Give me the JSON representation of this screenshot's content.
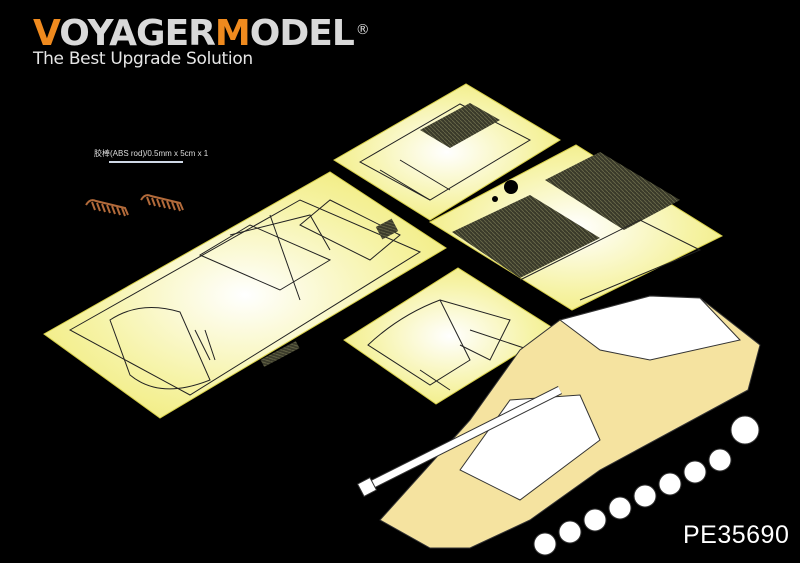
{
  "brand": {
    "logo_v": "V",
    "logo_oyager": "OYAGER",
    "logo_m": "M",
    "logo_odel": "ODEL",
    "registered": "®",
    "tagline": "The Best Upgrade Solution",
    "accent_color": "#ef8a1e",
    "text_color": "#d9d9d9"
  },
  "parts": {
    "rod_label": "胶棒(ABS rod)/0.5mm x 5cm x 1",
    "springs_count": 2,
    "fret_color": "#f3f08a",
    "vehicle_color": "#f5e3a0"
  },
  "product": {
    "code": "PE35690"
  }
}
